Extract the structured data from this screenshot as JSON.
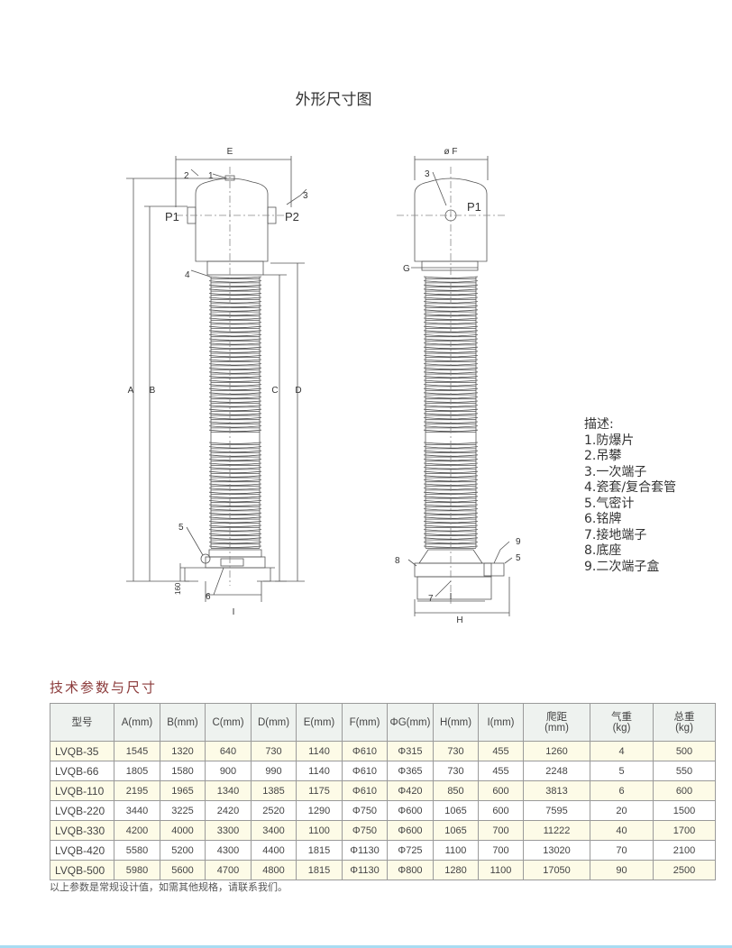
{
  "drawing": {
    "title": "外形尺寸图",
    "labels": {
      "E": "E",
      "F": "ø F",
      "G": "G",
      "A": "A",
      "B": "B",
      "C": "C",
      "D": "D",
      "H": "H",
      "I": "I",
      "P1": "P1",
      "P2": "P2",
      "dim160": "160",
      "n1": "1",
      "n2": "2",
      "n3": "3",
      "n4": "4",
      "n5": "5",
      "n6": "6",
      "n7": "7",
      "n8": "8",
      "n9": "9"
    }
  },
  "legend": {
    "heading": "描述:",
    "items": [
      "1.防爆片",
      "2.吊攀",
      "3.一次端子",
      "4.瓷套/复合套管",
      "5.气密计",
      "6.铭牌",
      "7.接地端子",
      "8.底座",
      "9.二次端子盒"
    ]
  },
  "specs": {
    "title": "技术参数与尺寸",
    "headers": [
      "型号",
      "A(mm)",
      "B(mm)",
      "C(mm)",
      "D(mm)",
      "E(mm)",
      "F(mm)",
      "ΦG(mm)",
      "H(mm)",
      "I(mm)",
      "爬距\n(mm)",
      "气重\n(kg)",
      "总重\n(kg)"
    ],
    "rows": [
      [
        "LVQB-35",
        "1545",
        "1320",
        "640",
        "730",
        "1140",
        "Φ610",
        "Φ315",
        "730",
        "455",
        "1260",
        "4",
        "500"
      ],
      [
        "LVQB-66",
        "1805",
        "1580",
        "900",
        "990",
        "1140",
        "Φ610",
        "Φ365",
        "730",
        "455",
        "2248",
        "5",
        "550"
      ],
      [
        "LVQB-110",
        "2195",
        "1965",
        "1340",
        "1385",
        "1175",
        "Φ610",
        "Φ420",
        "850",
        "600",
        "3813",
        "6",
        "600"
      ],
      [
        "LVQB-220",
        "3440",
        "3225",
        "2420",
        "2520",
        "1290",
        "Φ750",
        "Φ600",
        "1065",
        "600",
        "7595",
        "20",
        "1500"
      ],
      [
        "LVQB-330",
        "4200",
        "4000",
        "3300",
        "3400",
        "1100",
        "Φ750",
        "Φ600",
        "1065",
        "700",
        "11222",
        "40",
        "1700"
      ],
      [
        "LVQB-420",
        "5580",
        "5200",
        "4300",
        "4400",
        "1815",
        "Φ1130",
        "Φ725",
        "1100",
        "700",
        "13020",
        "70",
        "2100"
      ],
      [
        "LVQB-500",
        "5980",
        "5600",
        "4700",
        "4800",
        "1815",
        "Φ1130",
        "Φ800",
        "1280",
        "1100",
        "17050",
        "90",
        "2500"
      ]
    ],
    "note": "以上参数是常规设计值，如需其他规格，请联系我们。"
  },
  "colors": {
    "section_title": "#8b3a3a",
    "header_bg": "#eef2ef",
    "row_alt": "#fdfbe7",
    "bottom_bar": "#a8dcf2"
  }
}
